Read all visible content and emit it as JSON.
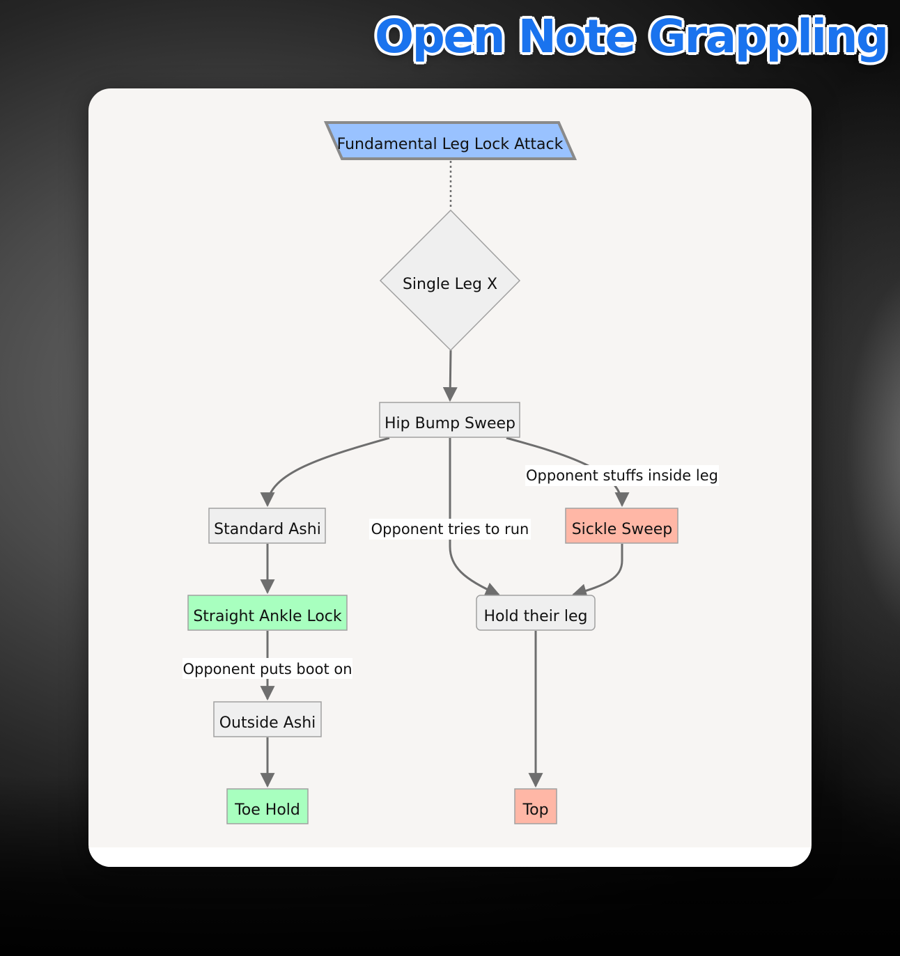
{
  "header": {
    "brand": "Open Note Grappling"
  },
  "colors": {
    "title_blue": "#1a73ee",
    "start_node": "#99c2ff",
    "default_node": "#efefef",
    "success_node": "#a8ffbf",
    "sweep_node": "#ffb7a6",
    "edge": "#6e6e6e"
  },
  "diagram": {
    "nodes": {
      "start": {
        "label": "Fundamental Leg Lock Attack",
        "shape": "parallelogram"
      },
      "single_leg_x": {
        "label": "Single Leg X",
        "shape": "diamond"
      },
      "hip_bump_sweep": {
        "label": "Hip Bump Sweep",
        "shape": "rect"
      },
      "standard_ashi": {
        "label": "Standard Ashi",
        "shape": "rect"
      },
      "sickle_sweep": {
        "label": "Sickle Sweep",
        "shape": "rect"
      },
      "straight_ankle_lock": {
        "label": "Straight Ankle Lock",
        "shape": "rect"
      },
      "hold_their_leg": {
        "label": "Hold their leg",
        "shape": "rounded-rect"
      },
      "outside_ashi": {
        "label": "Outside Ashi",
        "shape": "rect"
      },
      "toe_hold": {
        "label": "Toe Hold",
        "shape": "rect"
      },
      "top": {
        "label": "Top",
        "shape": "rect"
      }
    },
    "edges": [
      {
        "from": "start",
        "to": "single_leg_x",
        "style": "dotted",
        "label": ""
      },
      {
        "from": "single_leg_x",
        "to": "hip_bump_sweep",
        "style": "solid",
        "label": ""
      },
      {
        "from": "hip_bump_sweep",
        "to": "standard_ashi",
        "style": "solid",
        "label": ""
      },
      {
        "from": "hip_bump_sweep",
        "to": "hold_their_leg",
        "style": "solid",
        "label": "Opponent tries to run"
      },
      {
        "from": "hip_bump_sweep",
        "to": "sickle_sweep",
        "style": "solid",
        "label": "Opponent stuffs inside leg"
      },
      {
        "from": "standard_ashi",
        "to": "straight_ankle_lock",
        "style": "solid",
        "label": ""
      },
      {
        "from": "sickle_sweep",
        "to": "hold_their_leg",
        "style": "solid",
        "label": ""
      },
      {
        "from": "straight_ankle_lock",
        "to": "outside_ashi",
        "style": "solid",
        "label": "Opponent puts boot on"
      },
      {
        "from": "outside_ashi",
        "to": "toe_hold",
        "style": "solid",
        "label": ""
      },
      {
        "from": "hold_their_leg",
        "to": "top",
        "style": "solid",
        "label": ""
      }
    ]
  }
}
